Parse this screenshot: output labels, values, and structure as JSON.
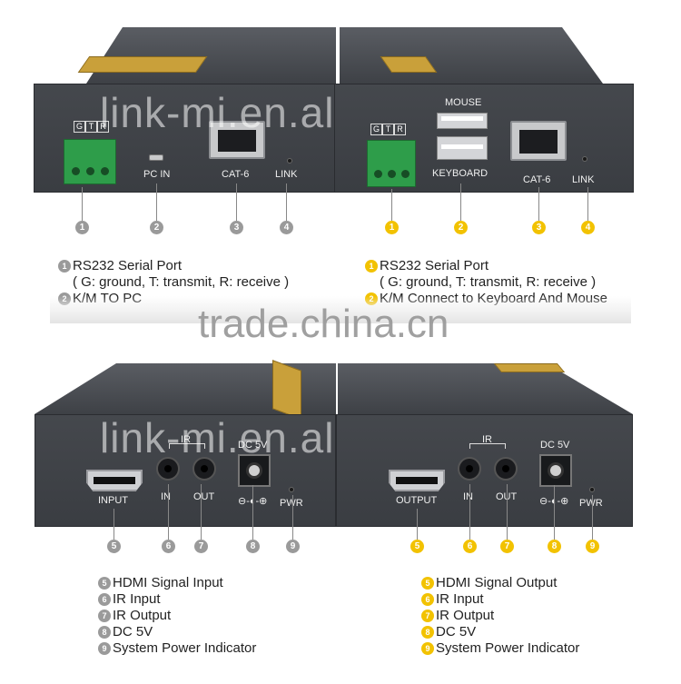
{
  "watermark_top": "link-mi.en.alibaba.com",
  "watermark_mid": "trade.china.cn",
  "watermark_bottom": "link-mi.en.alibaba.com",
  "colors": {
    "gray_num": "#9a9a9a",
    "gold_num": "#f2c200",
    "terminal": "#2e9d4a",
    "label": "#c9a03a"
  },
  "top_left": {
    "grt": [
      "G",
      "T",
      "R"
    ],
    "pc_in": "PC IN",
    "cat6": "CAT-6",
    "link": "LINK",
    "nums": [
      "1",
      "2",
      "3",
      "4"
    ]
  },
  "top_right": {
    "grt": [
      "G",
      "T",
      "R"
    ],
    "mouse": "MOUSE",
    "keyboard": "KEYBOARD",
    "cat6": "CAT-6",
    "link": "LINK",
    "nums": [
      "1",
      "2",
      "3",
      "4"
    ]
  },
  "desc_top_left": {
    "n1": "1",
    "line1": "RS232 Serial Port",
    "line2": "( G: ground, T: transmit, R: receive )",
    "n2": "2",
    "line3": "K/M TO PC"
  },
  "desc_top_right": {
    "n1": "1",
    "line1": "RS232 Serial Port",
    "line2": "( G: ground, T: transmit, R: receive )",
    "n2": "2",
    "line3": "K/M Connect to Keyboard And Mouse"
  },
  "bottom_left": {
    "hdmi": "INPUT",
    "ir": "IR",
    "in": "IN",
    "out": "OUT",
    "dc": "DC 5V",
    "polarity": "⊖-◐-⊕",
    "pwr": "PWR",
    "nums": [
      "5",
      "6",
      "7",
      "8",
      "9"
    ]
  },
  "bottom_right": {
    "hdmi": "OUTPUT",
    "ir": "IR",
    "in": "IN",
    "out": "OUT",
    "dc": "DC 5V",
    "polarity": "⊖-◐-⊕",
    "pwr": "PWR",
    "nums": [
      "5",
      "6",
      "7",
      "8",
      "9"
    ]
  },
  "desc_bottom_left": [
    {
      "n": "5",
      "text": "HDMI Signal Input"
    },
    {
      "n": "6",
      "text": "IR Input"
    },
    {
      "n": "7",
      "text": "IR Output"
    },
    {
      "n": "8",
      "text": "DC 5V"
    },
    {
      "n": "9",
      "text": "System Power Indicator"
    }
  ],
  "desc_bottom_right": [
    {
      "n": "5",
      "text": "HDMI Signal Output"
    },
    {
      "n": "6",
      "text": "IR Input"
    },
    {
      "n": "7",
      "text": "IR Output"
    },
    {
      "n": "8",
      "text": "DC 5V"
    },
    {
      "n": "9",
      "text": "System Power Indicator"
    }
  ]
}
